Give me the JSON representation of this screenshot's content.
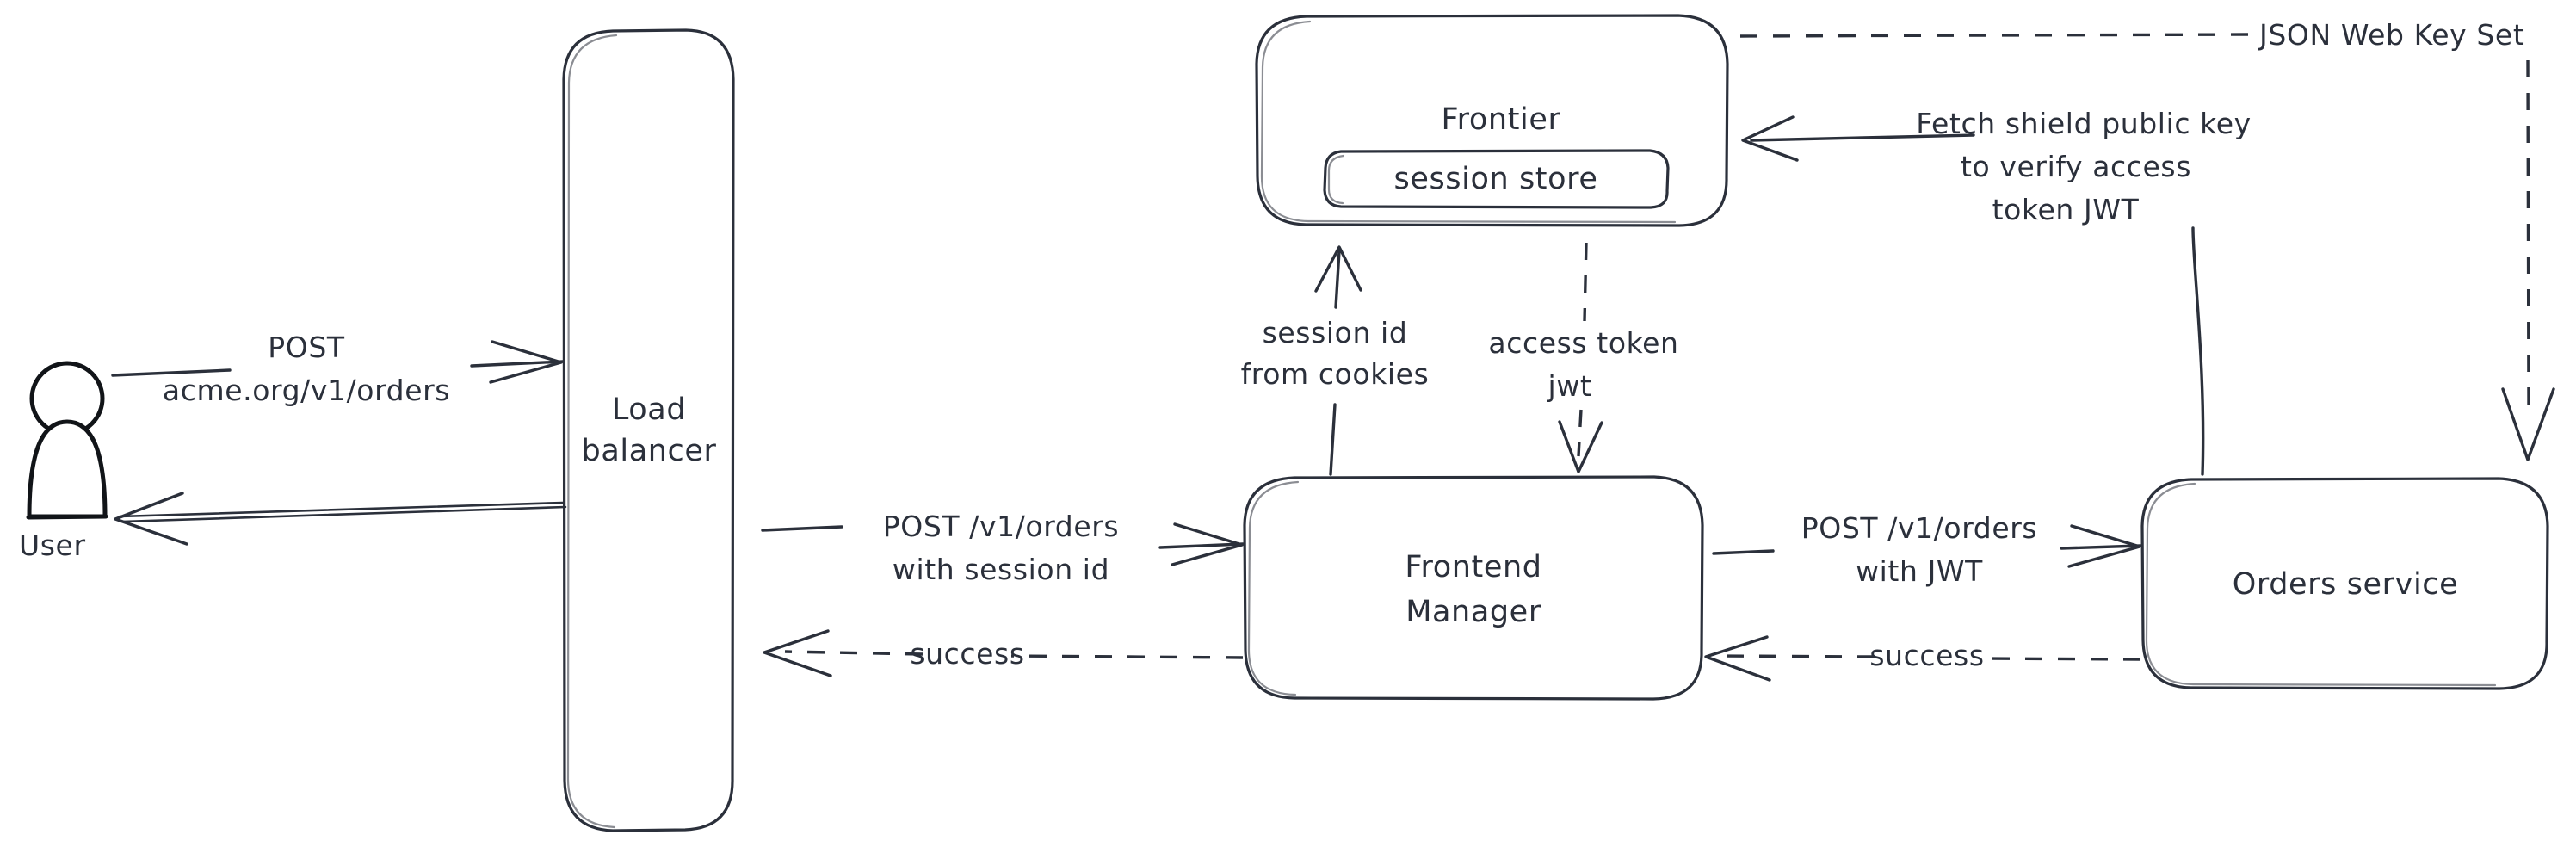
{
  "diagram": {
    "background_color": "#ffffff",
    "stroke_color": "#2b303b",
    "style": "hand-drawn architecture flow diagram"
  },
  "actors": {
    "user": {
      "label": "User",
      "icon": "person-icon"
    }
  },
  "nodes": {
    "load_balancer": {
      "line1": "Load",
      "line2": "balancer"
    },
    "frontier": {
      "title": "Frontier",
      "child": {
        "label": "session store"
      }
    },
    "frontend_manager": {
      "line1": "Frontend",
      "line2": "Manager"
    },
    "orders_service": {
      "label": "Orders service"
    }
  },
  "edges": {
    "user_to_lb": {
      "line1": "POST",
      "line2": "acme.org/v1/orders",
      "style": "solid",
      "direction": "right"
    },
    "lb_to_user": {
      "label": "",
      "style": "solid",
      "direction": "left"
    },
    "lb_to_fm": {
      "line1": "POST /v1/orders",
      "line2": "with session id",
      "style": "solid",
      "direction": "right"
    },
    "fm_to_lb": {
      "label": "success",
      "style": "dashed",
      "direction": "left"
    },
    "fm_to_frontier": {
      "line1": "session id",
      "line2": "from cookies",
      "style": "solid",
      "direction": "up"
    },
    "frontier_to_fm": {
      "line1": "access token",
      "line2": "jwt",
      "style": "dashed",
      "direction": "down"
    },
    "fm_to_orders": {
      "line1": "POST /v1/orders",
      "line2": "with JWT",
      "style": "solid",
      "direction": "right"
    },
    "orders_to_fm": {
      "label": "success",
      "style": "dashed",
      "direction": "left"
    },
    "orders_to_frontier": {
      "line1": "Fetch shield public key",
      "line2": "to verify access",
      "line3": "token JWT",
      "style": "solid",
      "direction": "left"
    },
    "jwks_to_orders": {
      "label": "JSON Web Key Set",
      "style": "dashed",
      "direction": "down"
    }
  }
}
